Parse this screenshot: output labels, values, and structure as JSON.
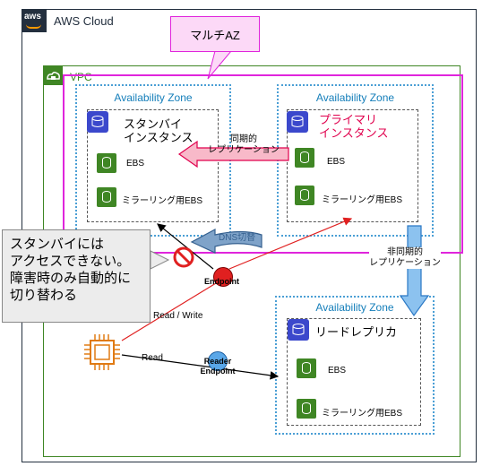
{
  "aws": {
    "logo": "aws",
    "label": "AWS Cloud"
  },
  "vpc": {
    "label": "VPC"
  },
  "multi_az": {
    "label": "マルチAZ"
  },
  "az_left": {
    "title": "Availability Zone",
    "instance": "スタンバイ\nインスタンス",
    "ebs": "EBS",
    "mirror_ebs": "ミラーリング用EBS"
  },
  "az_right": {
    "title": "Availability Zone",
    "instance": "プライマリ\nインスタンス",
    "ebs": "EBS",
    "mirror_ebs": "ミラーリング用EBS"
  },
  "az_read": {
    "title": "Availability Zone",
    "instance": "リードレプリカ",
    "ebs": "EBS",
    "mirror_ebs": "ミラーリング用EBS"
  },
  "sync_replication": "同期的\nレプリケーション",
  "async_replication": "非同期的\nレプリケーション",
  "dns_switch": "DNS切替",
  "callout": "スタンバイには\nアクセスできない。\n障害時のみ自動的に\n切り替わる",
  "endpoint": "Endpoint",
  "reader_endpoint": "Reader\nEndpoint",
  "read_write": "Read / Write",
  "read": "Read",
  "colors": {
    "primary_text": "#e0004d",
    "multi_az": "#e025dc",
    "az": "#147eba",
    "vpc": "#3f8624"
  },
  "icons": [
    "aws-logo",
    "vpc-icon",
    "rds-instance-icon",
    "ebs-volume-icon",
    "ec2-chip-icon",
    "no-access-icon",
    "endpoint-icon"
  ]
}
